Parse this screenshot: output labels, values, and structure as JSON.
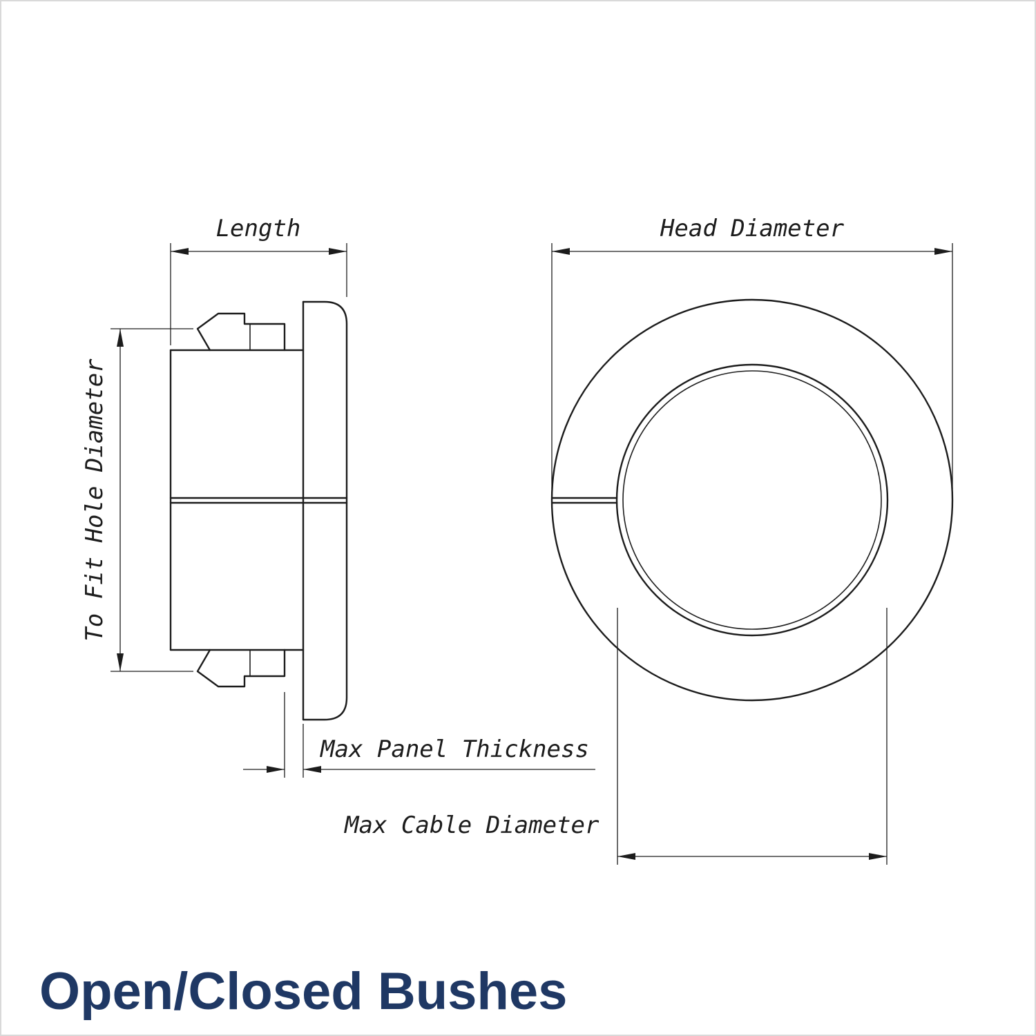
{
  "title": "Open/Closed Bushes",
  "labels": {
    "length": "Length",
    "head_diameter": "Head Diameter",
    "to_fit_hole_diameter": "To Fit Hole Diameter",
    "max_panel_thickness": "Max Panel Thickness",
    "max_cable_diameter": "Max Cable Diameter"
  },
  "colors": {
    "line": "#1c1c1c",
    "dim": "#1c1c1c",
    "title": "#1f3864",
    "background": "#ffffff",
    "border": "#d9d9d9"
  }
}
